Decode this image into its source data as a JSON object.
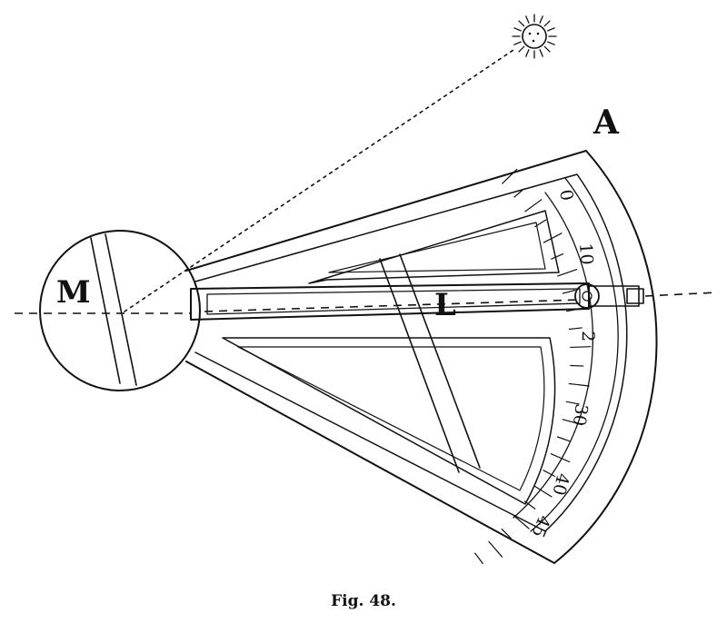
{
  "labels": {
    "sun_side": "A",
    "mirror_disc": "M",
    "index_arm": "L"
  },
  "scale_marks": [
    "0",
    "10",
    "2",
    "30",
    "40",
    "45"
  ],
  "caption": "Fig. 48."
}
